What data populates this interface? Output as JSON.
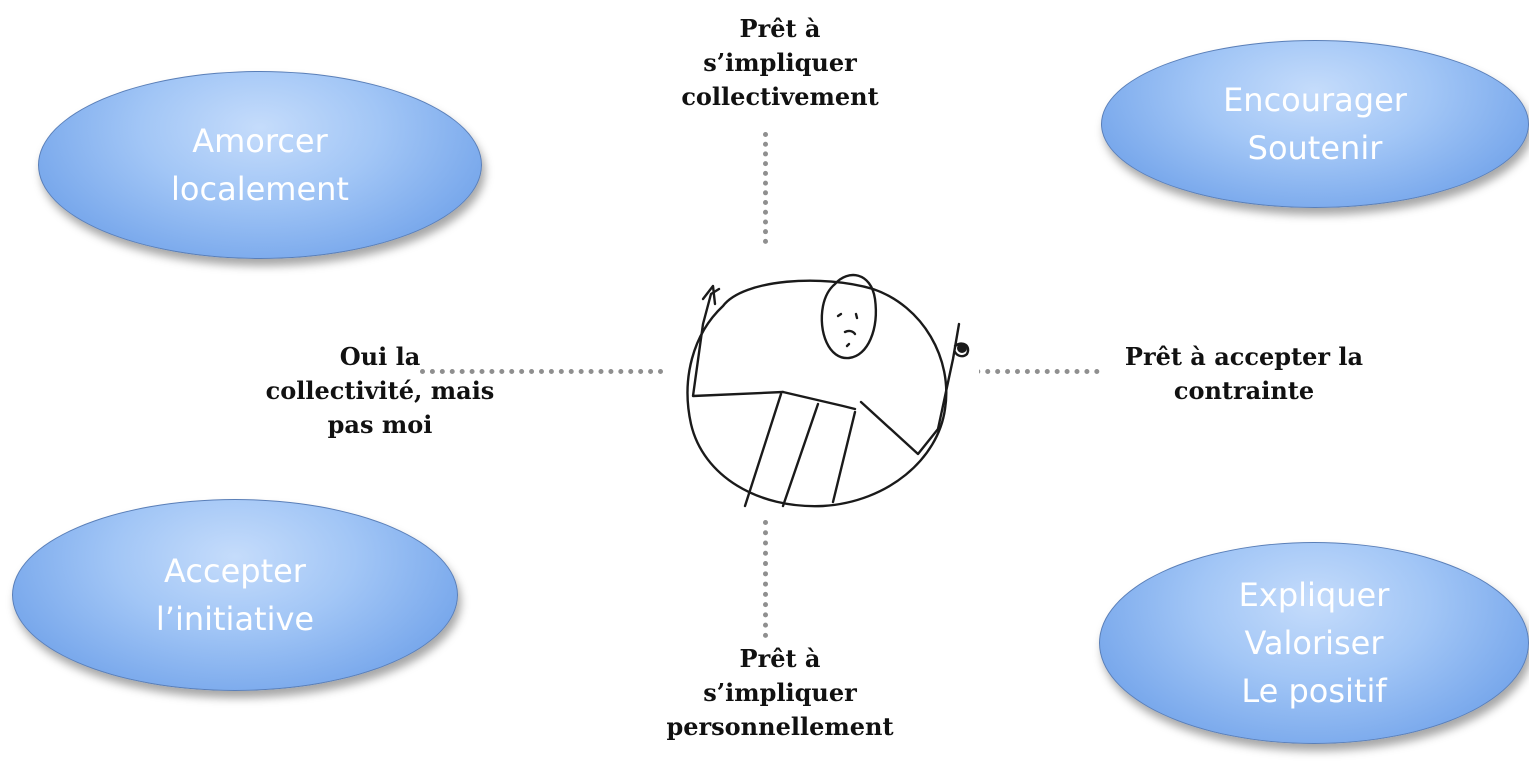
{
  "quadrants": {
    "top_left": [
      "Amorcer",
      "localement"
    ],
    "top_right": [
      "Encourager",
      "Soutenir"
    ],
    "bottom_left": [
      "Accepter",
      "l’initiative"
    ],
    "bottom_right": [
      "Expliquer",
      "Valoriser",
      "Le positif"
    ]
  },
  "axes": {
    "top": [
      "Prêt à",
      "s’impliquer",
      "collectivement"
    ],
    "bottom": [
      "Prêt à",
      "s’impliquer",
      "personnellement"
    ],
    "left": [
      "Oui la",
      "collectivité, mais",
      "pas moi"
    ],
    "right": [
      "Prêt à accepter la",
      "contrainte"
    ]
  },
  "center_image": "stick-figure-in-circle"
}
